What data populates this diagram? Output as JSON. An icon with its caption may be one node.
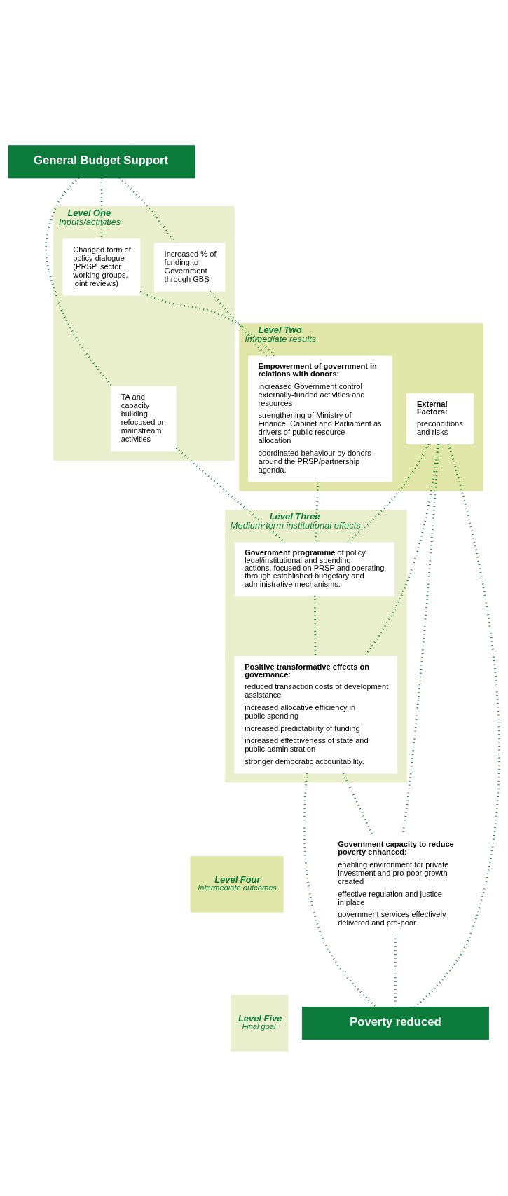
{
  "diagram": {
    "nodes": [
      {
        "text": [
          "General Budget Support"
        ]
      },
      {
        "text": [
          "Level One",
          "Inputs/activities"
        ]
      },
      {
        "text": [
          "Increased % of funding to Government through GBS"
        ],
        "in": 1
      },
      {
        "text": [
          "Changed form of policy dialogue (PRSP, sector working groups, joint reviews)"
        ],
        "in": 1
      },
      {
        "text": [
          "TA and capacity building refocused on mainstream activities"
        ],
        "in": 1
      },
      {
        "text": [
          "Level Two",
          "Immediate results"
        ]
      },
      {
        "text": [
          "Empowerment of government in relations with donors:",
          "increased Government control externally-funded activities and resources",
          "strengthening of Ministry of Finance, Cabinet and Parliament as drivers of public resource allocation",
          "coordinated behaviour by donors around the PRSP/partnership agenda."
        ],
        "in": 5
      },
      {
        "text": [
          "External Factors:",
          "preconditions and risks"
        ],
        "in": 5
      },
      {
        "text": [
          "Level Three",
          "Medium-term institutional effects"
        ]
      },
      {
        "text": [
          "**Government programme** of policy, legal/institutional and spending actions, focused on PRSP and operating through established budgetary and administrative mechanisms."
        ],
        "in": 8
      },
      {
        "text": [
          "Positive transformative effects on governance:",
          "reduced transaction costs of development assistance",
          "increased allocative efficiency in public spending",
          "increased predictability of funding",
          "increased effectiveness of state and public administration",
          "stronger democratic accountability."
        ],
        "in": 8
      },
      {
        "text": [
          "Level Four",
          "Intermediate outcomes"
        ]
      },
      {
        "text": [
          "Level Five",
          "Final goal"
        ]
      },
      {
        "text": [
          "Government capacity to reduce poverty enhanced:",
          "enabling environment for private investment and pro-poor growth created",
          "effective regulation and justice in place",
          "government services effectively delivered and pro-poor"
        ]
      },
      {
        "text": [
          "Poverty reduced"
        ]
      }
    ],
    "edges": [
      {
        "from": 0,
        "to": 2,
        "arrow": "none"
      },
      {
        "from": 0,
        "to": 3,
        "arrow": "none"
      },
      {
        "from": 0,
        "to": 4,
        "arrow": "none"
      },
      {
        "from": 2,
        "to": 6,
        "arrow": "none"
      },
      {
        "from": 3,
        "to": 6,
        "arrow": "none"
      },
      {
        "from": 6,
        "to": 9,
        "arrow": "none"
      },
      {
        "from": 4,
        "to": 9,
        "arrow": "none"
      },
      {
        "from": 7,
        "to": 9,
        "arrow": "none"
      },
      {
        "from": 9,
        "to": 10,
        "arrow": "none"
      },
      {
        "from": 7,
        "to": 10,
        "arrow": "none"
      },
      {
        "from": 10,
        "to": 13,
        "arrow": "none"
      },
      {
        "from": 10,
        "to": 14,
        "arrow": "none"
      },
      {
        "from": 7,
        "to": 13,
        "arrow": "none"
      },
      {
        "from": 13,
        "to": 14,
        "arrow": "none"
      },
      {
        "from": 7,
        "to": 14,
        "arrow": "none"
      }
    ]
  }
}
